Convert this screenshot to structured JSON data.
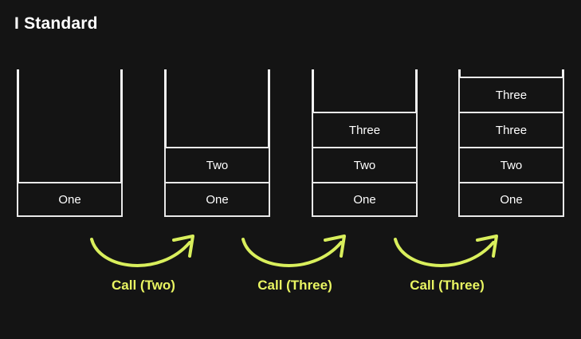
{
  "slide": {
    "title": "I Standard",
    "background_color": "#141414",
    "frame_border_color": "#e9e9e9",
    "text_color": "#ffffff",
    "accent_color": "#e9f562"
  },
  "stacks": [
    {
      "name": "stack-1",
      "frames": [
        "One"
      ]
    },
    {
      "name": "stack-2",
      "frames": [
        "Two",
        "One"
      ]
    },
    {
      "name": "stack-3",
      "frames": [
        "Three",
        "Two",
        "One"
      ]
    },
    {
      "name": "stack-4",
      "frames": [
        "Three",
        "Three",
        "Two",
        "One"
      ]
    }
  ],
  "arrows": [
    {
      "label": "Call (Two)"
    },
    {
      "label": "Call (Three)"
    },
    {
      "label": "Call (Three)"
    }
  ]
}
